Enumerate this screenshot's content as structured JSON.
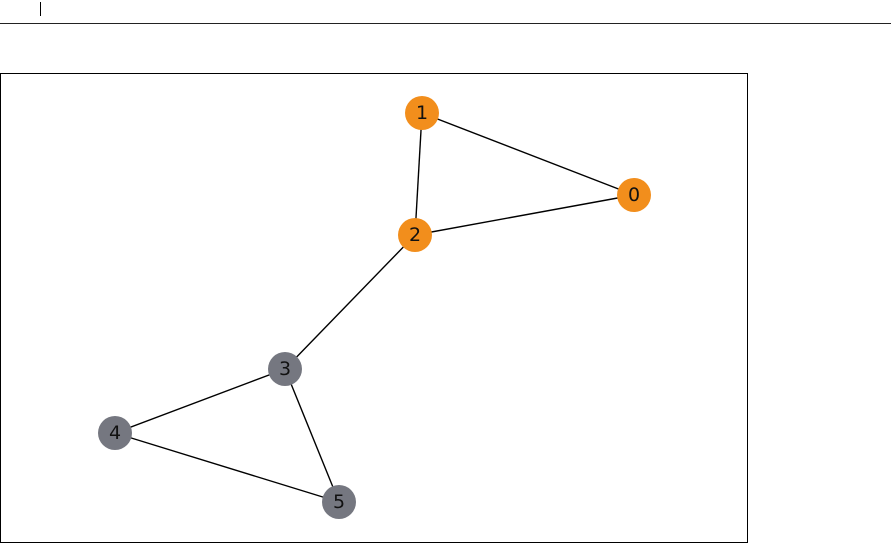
{
  "colors": {
    "orange": "#f28e1c",
    "gray": "#757780",
    "edge": "#000000"
  },
  "graph": {
    "nodes": [
      {
        "id": "0",
        "label": "0",
        "color": "orange"
      },
      {
        "id": "1",
        "label": "1",
        "color": "orange"
      },
      {
        "id": "2",
        "label": "2",
        "color": "orange"
      },
      {
        "id": "3",
        "label": "3",
        "color": "gray"
      },
      {
        "id": "4",
        "label": "4",
        "color": "gray"
      },
      {
        "id": "5",
        "label": "5",
        "color": "gray"
      }
    ],
    "edges": [
      [
        "1",
        "0"
      ],
      [
        "1",
        "2"
      ],
      [
        "2",
        "0"
      ],
      [
        "2",
        "3"
      ],
      [
        "3",
        "4"
      ],
      [
        "3",
        "5"
      ],
      [
        "4",
        "5"
      ]
    ]
  }
}
